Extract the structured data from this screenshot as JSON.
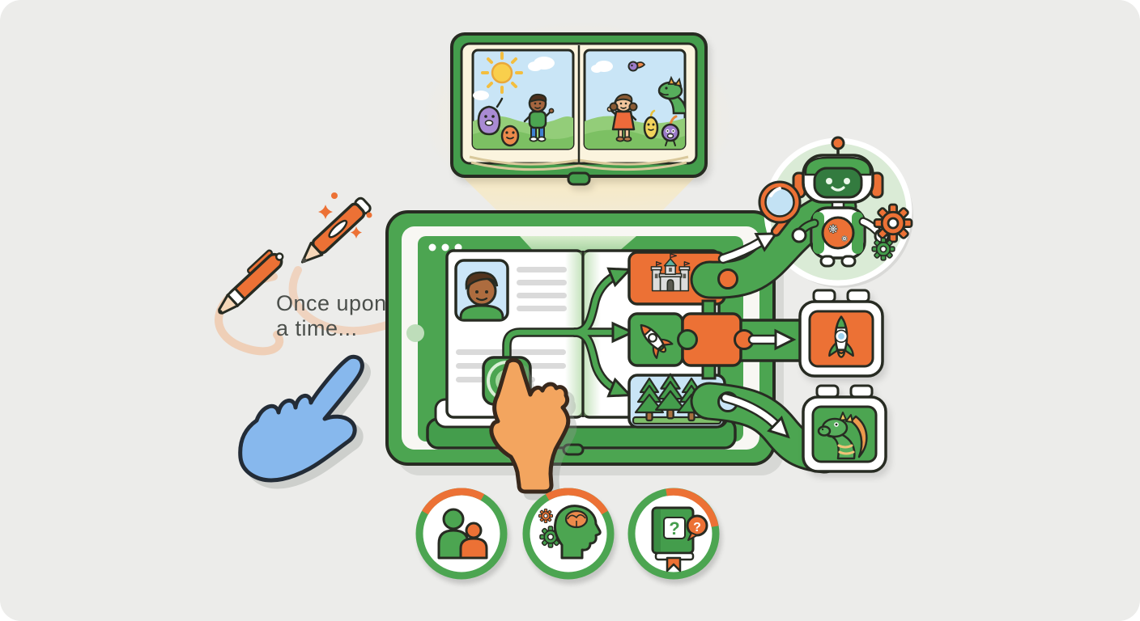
{
  "card": {
    "background": "#ECECEA",
    "outer_background": "#FFFFFF"
  },
  "palette": {
    "green": "#4CA551",
    "green_dark": "#449D4C",
    "outline": "#272B22",
    "orange": "#EC7135",
    "flag_red": "#E05536",
    "cream_beam": "#F7E9C3",
    "page_cream": "#FBF4DE",
    "sky_blue": "#C9E5F6",
    "hand_blue": "#87B8ED",
    "hand_orange": "#F3A55F",
    "robot_circle": "#DAEBD6",
    "bar_gray": "#DADADA"
  },
  "handwriting": {
    "line1": "Once upon",
    "line2": "a time..."
  },
  "storybook": {
    "description": "open picture book projected above tablet",
    "left_page_characters": [
      "sun",
      "clouds",
      "purple-monster",
      "orange-monster",
      "boy"
    ],
    "right_page_characters": [
      "cloud",
      "flying-creature",
      "girl",
      "yellow-creature",
      "purple-ball-creature",
      "dragon"
    ]
  },
  "tablet": {
    "window_dots": 3,
    "profile": {
      "avatar": "boy-portrait",
      "text_lines_beside_avatar": 4,
      "text_lines_below_avatar": 3
    },
    "touch_button": "story-choice-button",
    "branches": [
      {
        "icon": "castle",
        "piece_color": "#EC7135"
      },
      {
        "icon": "rocket",
        "piece_color": "#4CA551"
      },
      {
        "icon": "forest",
        "piece_color": "#C9E5F6"
      }
    ]
  },
  "flows": {
    "top": {
      "to": "ai-robot-assistant"
    },
    "middle": {
      "connector_piece_color": "#EC7135",
      "to": "rocket-tile",
      "tile_color": "#EC7135"
    },
    "bottom": {
      "to": "dragon-tile",
      "tile_color": "#4CA551"
    }
  },
  "robot": {
    "accessories": [
      "magnifying-glass",
      "orange-gear",
      "green-gear"
    ],
    "chest": "gears-emblem"
  },
  "badges": [
    {
      "icon": "family-parent-child"
    },
    {
      "icon": "head-with-brain-and-gears"
    },
    {
      "icon": "storybook-with-question"
    }
  ]
}
